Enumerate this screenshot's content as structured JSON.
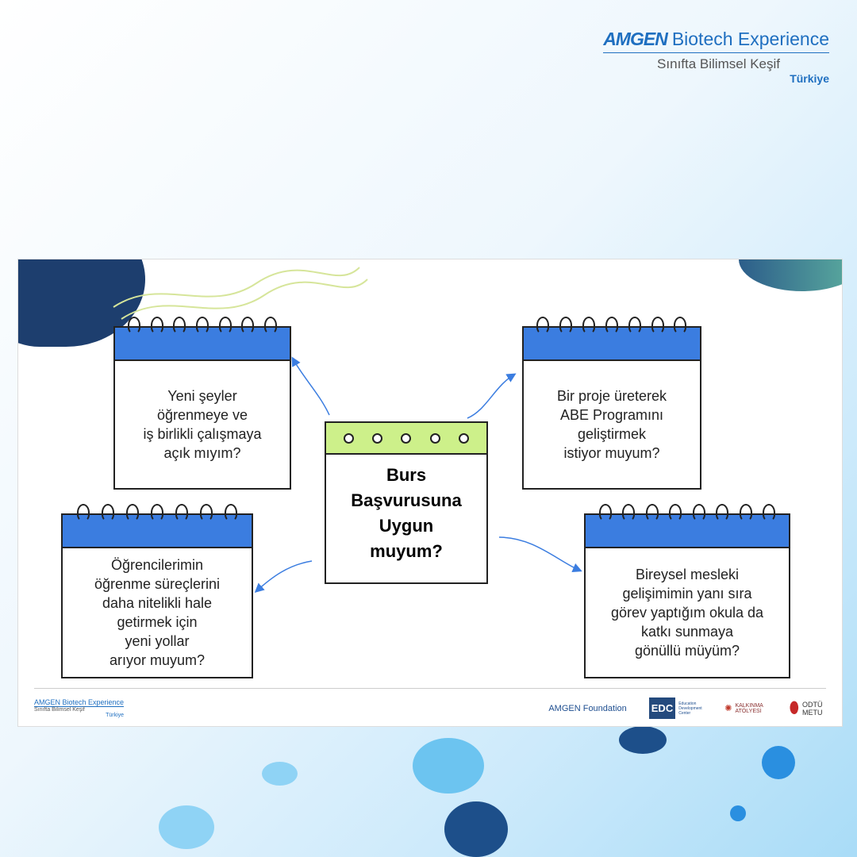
{
  "brand": {
    "logo": "AMGEN",
    "title": "Biotech Experience",
    "subtitle": "Sınıfta Bilimsel Keşif",
    "country": "Türkiye"
  },
  "center": {
    "text": "Burs\nBaşvurusuna\nUygun\nmuyum?"
  },
  "notes": [
    {
      "text": "Yeni şeyler\nöğrenmeye ve\niş birlikli çalışmaya\naçık mıyım?"
    },
    {
      "text": "Bir proje üreterek\nABE Programını\ngeliştirmek\nistiyor muyum?"
    },
    {
      "text": "Öğrencilerimin\nöğrenme süreçlerini\ndaha nitelikli hale\ngetirmek için\nyeni yollar\narıyor muyum?"
    },
    {
      "text": "Bireysel mesleki\ngelişimimin yanı sıra\ngörev yaptığım okula da\nkatkı sunmaya\ngönüllü müyüm?"
    }
  ],
  "footer": {
    "logo": "AMGEN Biotech Experience",
    "logo_sub": "Sınıfta Bilimsel Keşif",
    "logo_country": "Türkiye",
    "partners": [
      "AMGEN Foundation",
      "EDC",
      "Education Development Center",
      "KALKINMA ATÖLYESİ",
      "ODTÜ METU"
    ]
  },
  "colors": {
    "brand": "#1f6fc0",
    "note_header": "#3b7de0",
    "center_header": "#cdf08a"
  }
}
